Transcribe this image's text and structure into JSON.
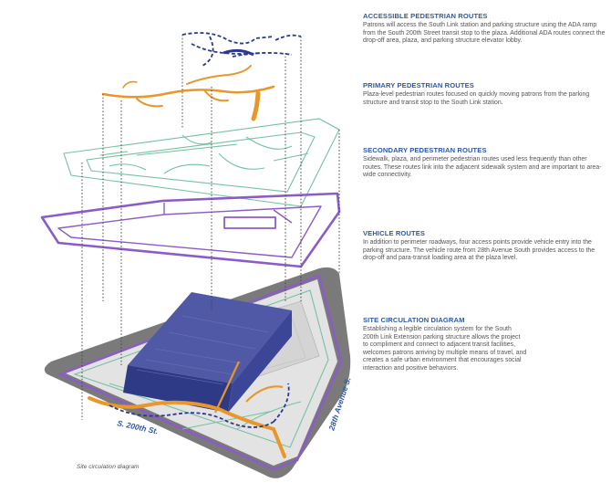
{
  "legend": [
    {
      "title": "ACCESSIBLE PEDESTRIAN ROUTES",
      "text": "Patrons will access the South Link station and parking structure using the ADA ramp from the South 200th Street transit stop to the plaza. Additional ADA routes connect the drop-off area, plaza, and parking structure elevator lobby."
    },
    {
      "title": "PRIMARY PEDESTRIAN ROUTES",
      "text": "Plaza-level pedestrian routes focused on quickly moving patrons from the parking structure and transit stop to the South Link station."
    },
    {
      "title": "SECONDARY PEDESTRIAN ROUTES",
      "text": "Sidewalk, plaza, and perimeter pedestrian routes used less frequently than other routes. These routes link into the adjacent sidewalk system and are important to area-wide connectivity."
    },
    {
      "title": "VEHICLE ROUTES",
      "text": "In addition to perimeter roadways, four access points provide vehicle entry into the parking structure. The vehicle route from 28th Avenue South provides access to the drop-off and para-transit loading area at the plaza level."
    },
    {
      "title": "SITE CIRCULATION DIAGRAM",
      "text": "Establishing a legible circulation system for the South 200th Link Extension parking structure allows the project to compliment and connect to adjacent transit facilities, welcomes patrons arriving by multiple means of travel, and creates a safe urban environment that encourages social interaction and positive behaviors."
    }
  ],
  "street_labels": {
    "south": "S. 200th St.",
    "east": "28th Avenue S."
  },
  "caption": "Site circulation diagram",
  "colors": {
    "accessible": "#2b3a8f",
    "primary": "#e8972a",
    "secondary": "#74c2a0",
    "vehicle": "#8b5cc7",
    "structure": "#3f4a9a",
    "heading": "#2d59a8"
  }
}
